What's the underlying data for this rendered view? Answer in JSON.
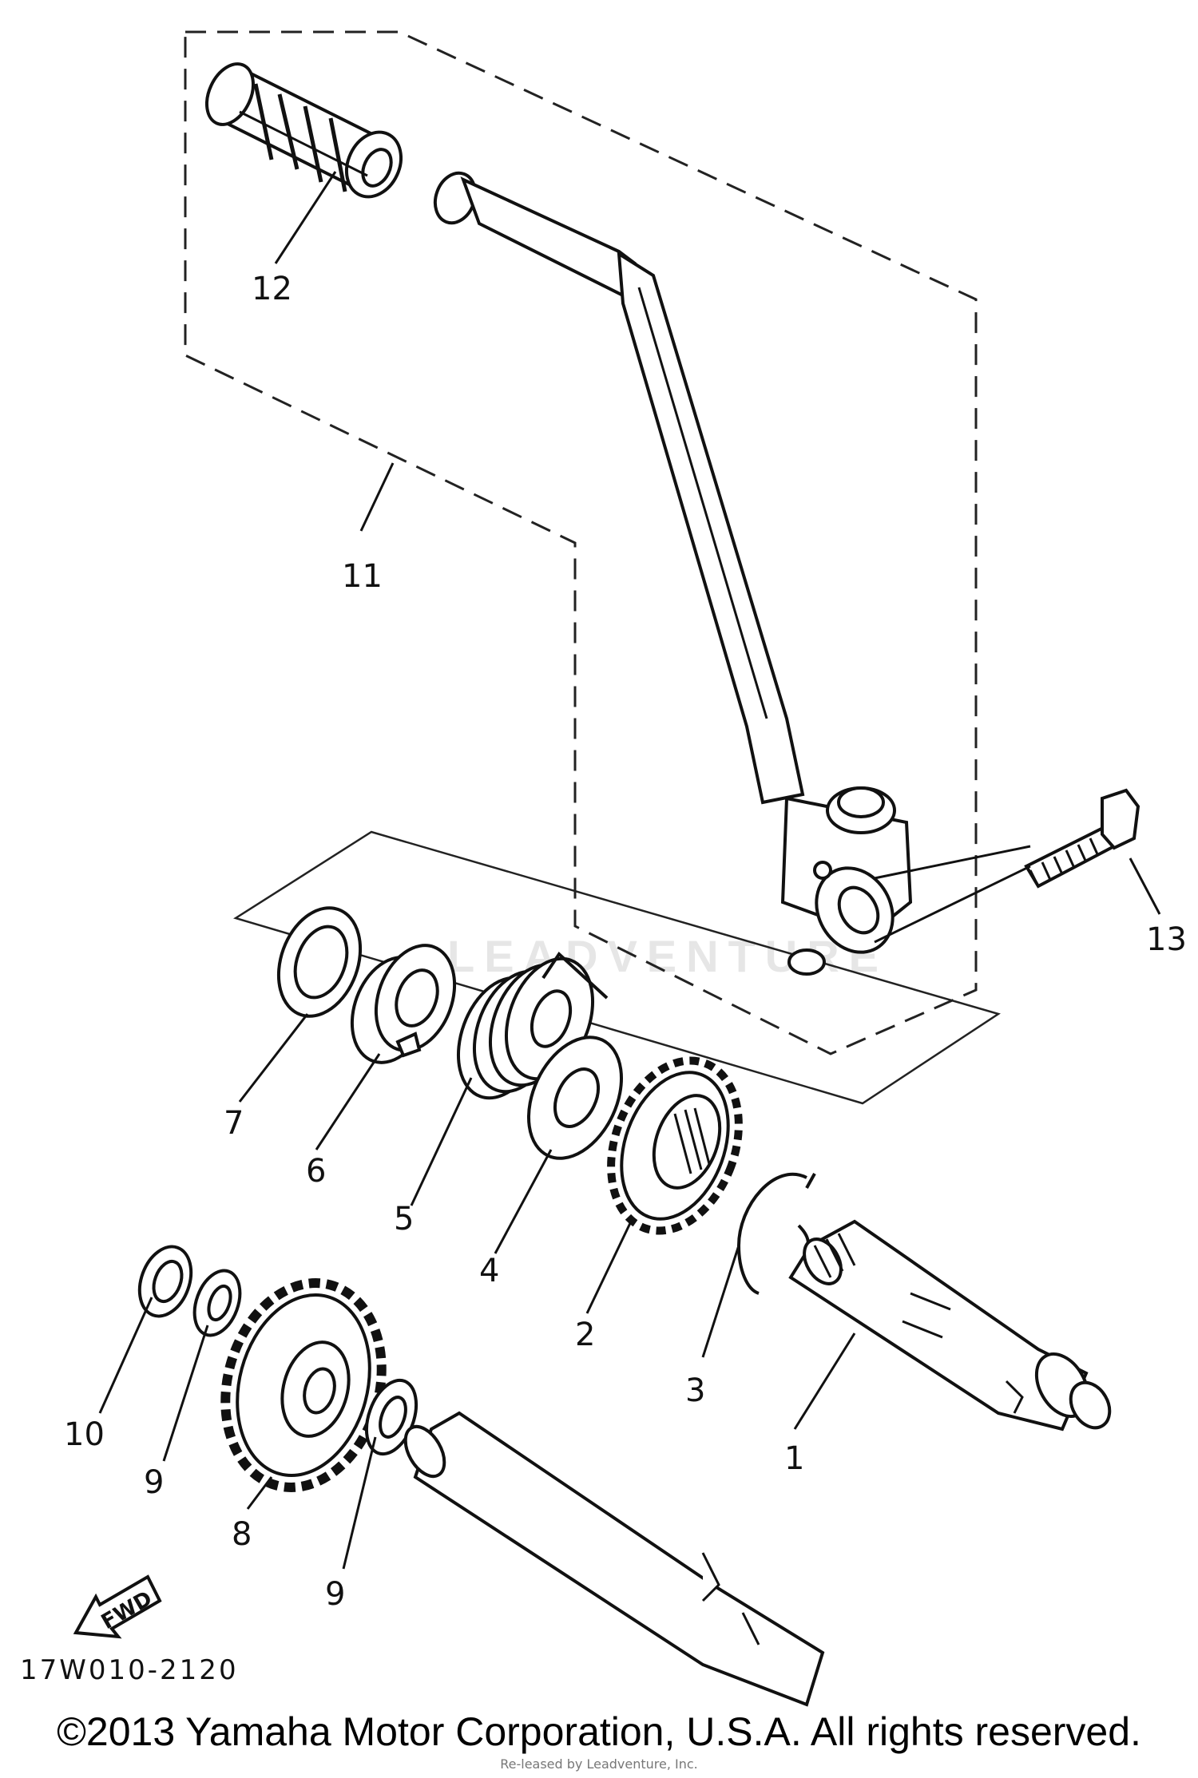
{
  "diagram_code": "17W010-2120",
  "fwd_label": "FWD",
  "watermark_text": "LEADVENTURE",
  "copyright": "©2013 Yamaha Motor Corporation, U.S.A. All rights reserved.",
  "credit": "Re-leased by Leadventure, Inc.",
  "callouts": [
    "1",
    "2",
    "3",
    "4",
    "5",
    "6",
    "7",
    "8",
    "9",
    "9",
    "10",
    "11",
    "12",
    "13"
  ]
}
